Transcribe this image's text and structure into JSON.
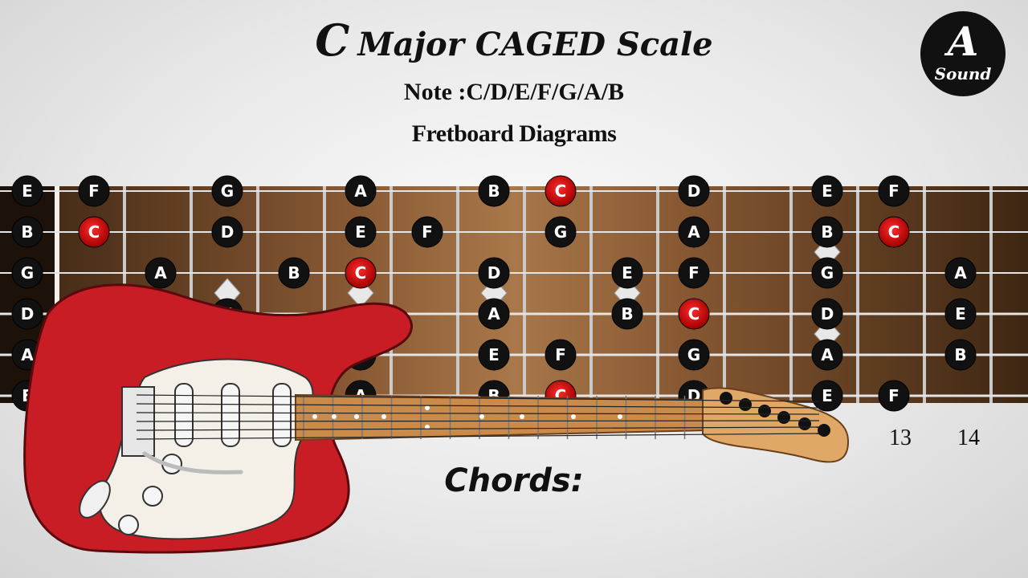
{
  "header": {
    "title_key": "C",
    "title_rest": "Major CAGED Scale",
    "notes": "Note :C/D/E/F/G/A/B",
    "subtitle": "Fretboard Diagrams"
  },
  "logo": {
    "letter": "A",
    "word": "Sound"
  },
  "footer": {
    "chords_label": "Chords:"
  },
  "colors": {
    "root": "#d40000",
    "note": "#111111",
    "wood": "#8a5a34",
    "guitar_body": "#c81d25"
  },
  "fretboard": {
    "frets": 15,
    "strings": 6,
    "fret_numbers": [
      "13",
      "14"
    ],
    "notes": [
      {
        "string": 1,
        "fret": 0,
        "note": "E"
      },
      {
        "string": 1,
        "fret": 1,
        "note": "F"
      },
      {
        "string": 1,
        "fret": 3,
        "note": "G"
      },
      {
        "string": 1,
        "fret": 5,
        "note": "A"
      },
      {
        "string": 1,
        "fret": 7,
        "note": "B"
      },
      {
        "string": 1,
        "fret": 8,
        "note": "C",
        "root": true
      },
      {
        "string": 1,
        "fret": 10,
        "note": "D"
      },
      {
        "string": 1,
        "fret": 12,
        "note": "E"
      },
      {
        "string": 1,
        "fret": 13,
        "note": "F"
      },
      {
        "string": 2,
        "fret": 0,
        "note": "B"
      },
      {
        "string": 2,
        "fret": 1,
        "note": "C",
        "root": true
      },
      {
        "string": 2,
        "fret": 3,
        "note": "D"
      },
      {
        "string": 2,
        "fret": 5,
        "note": "E"
      },
      {
        "string": 2,
        "fret": 6,
        "note": "F"
      },
      {
        "string": 2,
        "fret": 8,
        "note": "G"
      },
      {
        "string": 2,
        "fret": 10,
        "note": "A"
      },
      {
        "string": 2,
        "fret": 12,
        "note": "B"
      },
      {
        "string": 2,
        "fret": 13,
        "note": "C",
        "root": true
      },
      {
        "string": 3,
        "fret": 0,
        "note": "G"
      },
      {
        "string": 3,
        "fret": 2,
        "note": "A"
      },
      {
        "string": 3,
        "fret": 4,
        "note": "B"
      },
      {
        "string": 3,
        "fret": 5,
        "note": "C",
        "root": true
      },
      {
        "string": 3,
        "fret": 7,
        "note": "D"
      },
      {
        "string": 3,
        "fret": 9,
        "note": "E"
      },
      {
        "string": 3,
        "fret": 10,
        "note": "F"
      },
      {
        "string": 3,
        "fret": 12,
        "note": "G"
      },
      {
        "string": 3,
        "fret": 14,
        "note": "A"
      },
      {
        "string": 4,
        "fret": 0,
        "note": "D"
      },
      {
        "string": 4,
        "fret": 3,
        "note": "F"
      },
      {
        "string": 4,
        "fret": 7,
        "note": "A"
      },
      {
        "string": 4,
        "fret": 9,
        "note": "B"
      },
      {
        "string": 4,
        "fret": 10,
        "note": "C",
        "root": true
      },
      {
        "string": 4,
        "fret": 12,
        "note": "D"
      },
      {
        "string": 4,
        "fret": 14,
        "note": "E"
      },
      {
        "string": 5,
        "fret": 0,
        "note": "A"
      },
      {
        "string": 5,
        "fret": 5,
        "note": "D"
      },
      {
        "string": 5,
        "fret": 7,
        "note": "E"
      },
      {
        "string": 5,
        "fret": 8,
        "note": "F"
      },
      {
        "string": 5,
        "fret": 10,
        "note": "G"
      },
      {
        "string": 5,
        "fret": 12,
        "note": "A"
      },
      {
        "string": 5,
        "fret": 14,
        "note": "B"
      },
      {
        "string": 6,
        "fret": 0,
        "note": "E"
      },
      {
        "string": 6,
        "fret": 5,
        "note": "A"
      },
      {
        "string": 6,
        "fret": 7,
        "note": "B"
      },
      {
        "string": 6,
        "fret": 8,
        "note": "C",
        "root": true
      },
      {
        "string": 6,
        "fret": 10,
        "note": "D"
      },
      {
        "string": 6,
        "fret": 12,
        "note": "E"
      },
      {
        "string": 6,
        "fret": 13,
        "note": "F"
      }
    ]
  }
}
